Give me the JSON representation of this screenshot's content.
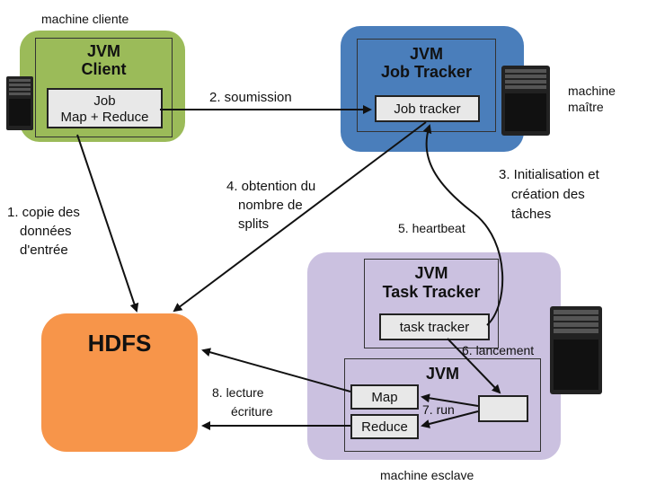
{
  "client": {
    "machine_label": "machine cliente",
    "jvm_line1": "JVM",
    "jvm_line2": "Client",
    "job_line1": "Job",
    "job_line2": "Map + Reduce"
  },
  "master": {
    "machine_label_line1": "machine",
    "machine_label_line2": "maître",
    "jvm_line1": "JVM",
    "jvm_line2": "Job Tracker",
    "inner": "Job tracker"
  },
  "slave": {
    "machine_label": "machine esclave",
    "tt_jvm_line1": "JVM",
    "tt_jvm_line2": "Task Tracker",
    "tt_inner": "task tracker",
    "child_jvm": "JVM",
    "map": "Map",
    "reduce": "Reduce"
  },
  "hdfs": {
    "label": "HDFS"
  },
  "steps": {
    "s1": [
      "1. copie des",
      "données",
      "d'entrée"
    ],
    "s2": "2. soumission",
    "s3": [
      "3. Initialisation et",
      "création des",
      "tâches"
    ],
    "s4": [
      "4. obtention du",
      "nombre de",
      "splits"
    ],
    "s5": "5. heartbeat",
    "s6": "6. lancement",
    "s7": "7. run",
    "s8": [
      "8. lecture",
      "écriture"
    ]
  },
  "colors": {
    "client_zone": "#9bbb59",
    "master_zone": "#4a7ebb",
    "slave_zone": "#cbc1e0",
    "hdfs": "#f7954a",
    "inner_box": "#e8e8e8"
  },
  "icons": [
    "server-tower-icon"
  ]
}
